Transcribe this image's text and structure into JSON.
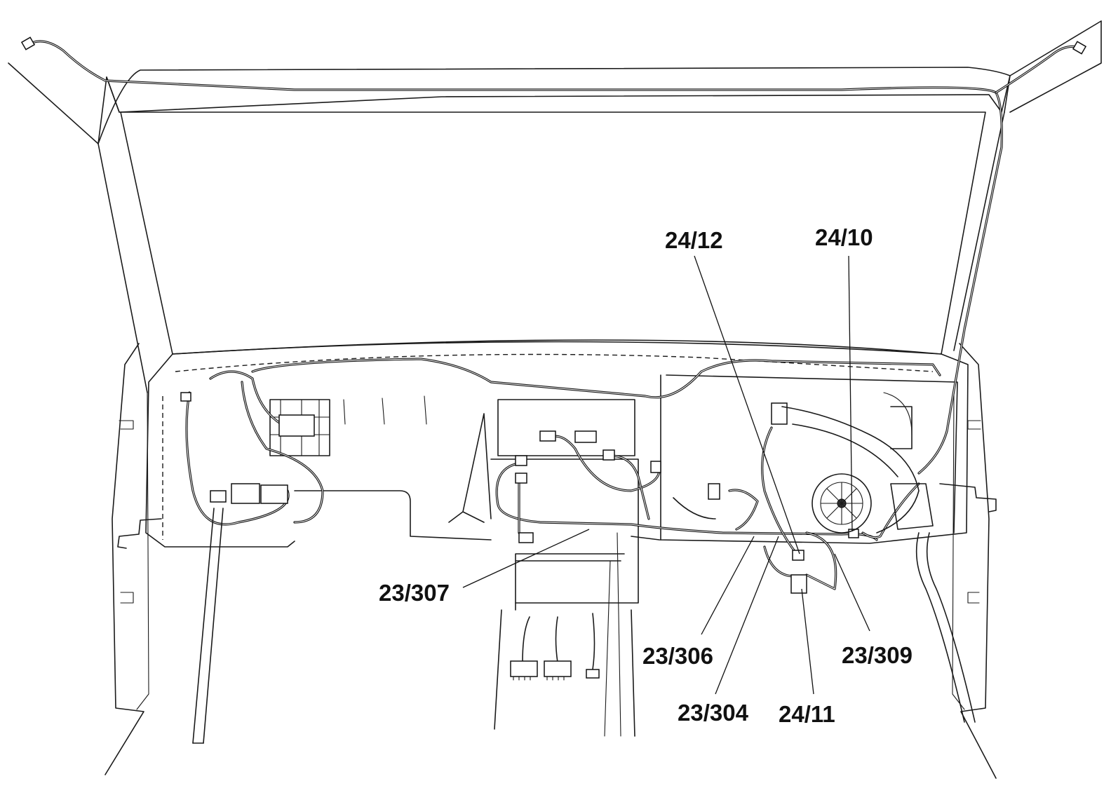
{
  "callouts": [
    {
      "id": "24-12",
      "text": "24/12"
    },
    {
      "id": "24-10",
      "text": "24/10"
    },
    {
      "id": "23-307",
      "text": "23/307"
    },
    {
      "id": "23-306",
      "text": "23/306"
    },
    {
      "id": "23-309",
      "text": "23/309"
    },
    {
      "id": "23-304",
      "text": "23/304"
    },
    {
      "id": "24-11",
      "text": "24/11"
    }
  ]
}
